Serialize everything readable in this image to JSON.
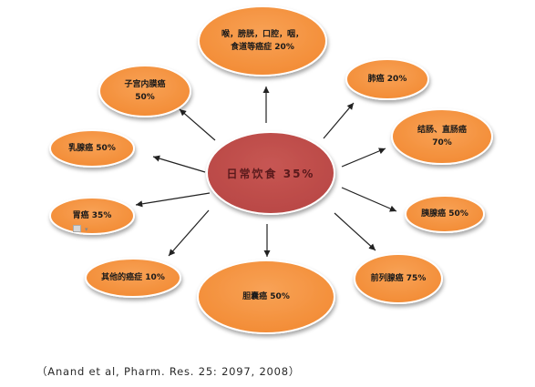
{
  "center": {
    "label": "日常饮食 35%"
  },
  "nodes": [
    {
      "id": "throat",
      "lines": [
        "喉，膀胱，口腔，咽，",
        "食道等癌症 20%"
      ]
    },
    {
      "id": "lung",
      "lines": [
        "肺癌 20%"
      ]
    },
    {
      "id": "colorectal",
      "lines": [
        "结肠、直肠癌",
        "70%"
      ]
    },
    {
      "id": "pancreas",
      "lines": [
        "胰腺癌 50%"
      ]
    },
    {
      "id": "prostate",
      "lines": [
        "前列腺癌 75%"
      ]
    },
    {
      "id": "gallbladder",
      "lines": [
        "胆囊癌 50%"
      ]
    },
    {
      "id": "other",
      "lines": [
        "其他的癌症 10%"
      ]
    },
    {
      "id": "stomach",
      "lines": [
        "胃癌 35%"
      ]
    },
    {
      "id": "breast",
      "lines": [
        "乳腺癌 50%"
      ]
    },
    {
      "id": "uterus",
      "lines": [
        "子宫内膜癌",
        "50%"
      ]
    }
  ],
  "colors": {
    "node_fill": "#f5923e",
    "node_stroke": "#ffffff",
    "center_fill": "#c0504d",
    "center_stroke": "#ffffff",
    "arrow": "#222222"
  },
  "citation": "（Anand et al, Pharm. Res. 25: 2097, 2008）"
}
